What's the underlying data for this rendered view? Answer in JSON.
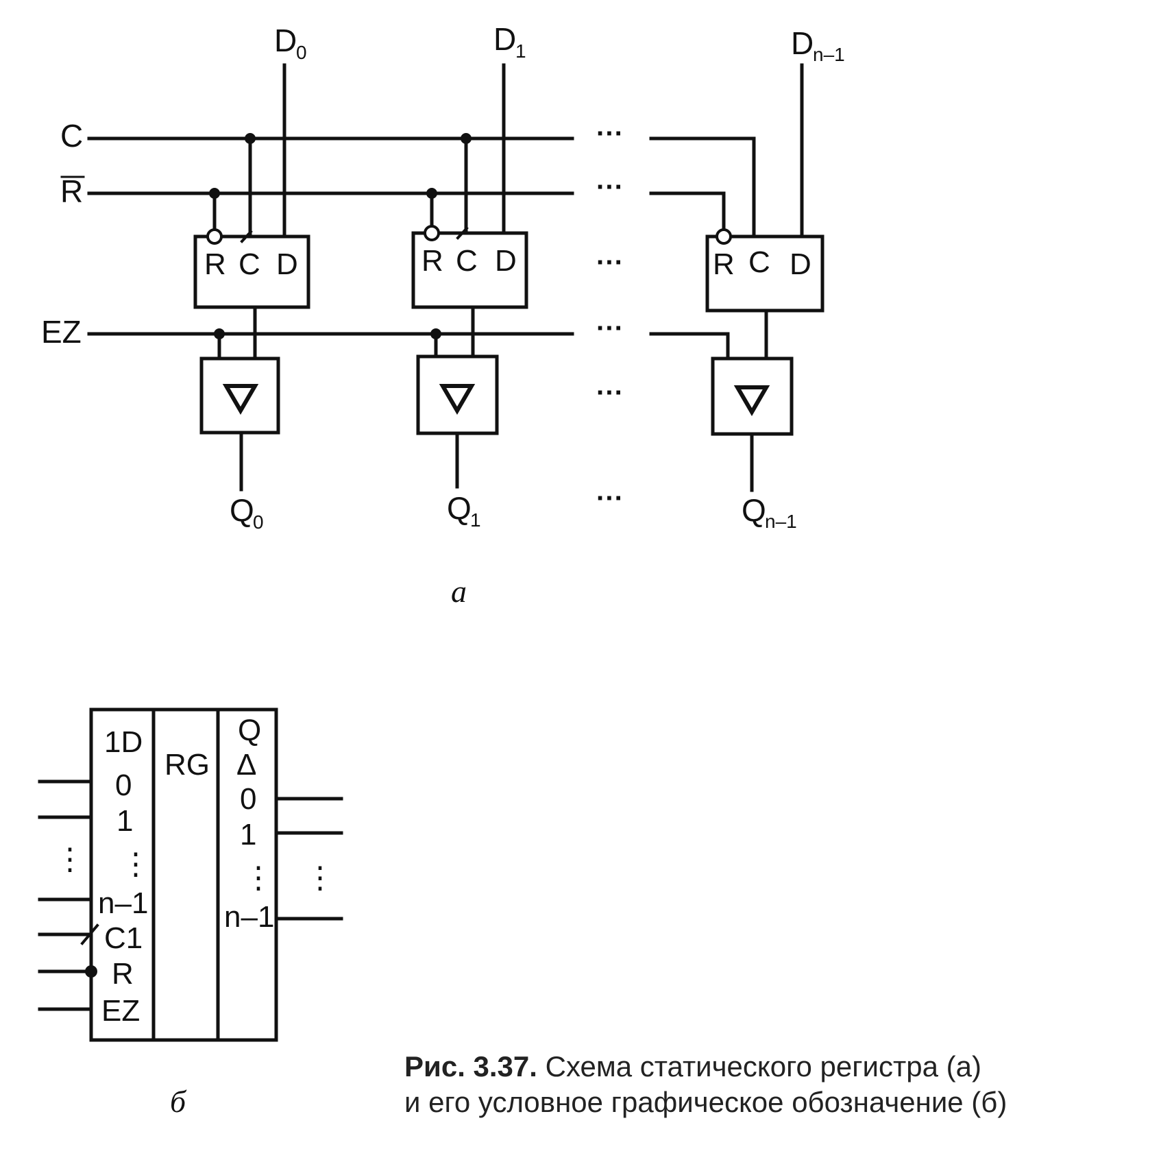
{
  "diagram_a": {
    "signals": {
      "c": "C",
      "r_bar": "R",
      "ez": "EZ"
    },
    "data_inputs": [
      {
        "base": "D",
        "sub": "0"
      },
      {
        "base": "D",
        "sub": "1"
      },
      {
        "base": "D",
        "sub": "n–1"
      }
    ],
    "outputs": [
      {
        "base": "Q",
        "sub": "0"
      },
      {
        "base": "Q",
        "sub": "1"
      },
      {
        "base": "Q",
        "sub": "n–1"
      }
    ],
    "trigger_pins": {
      "r": "R",
      "c": "C",
      "d": "D"
    },
    "buffer_symbol": "∇",
    "ellipsis": "···",
    "label": "а"
  },
  "diagram_b": {
    "left_column": [
      "1D",
      "0",
      "1",
      "⋮",
      "n–1",
      "C1",
      "R",
      "EZ"
    ],
    "middle": "RG",
    "right_column": [
      "Q",
      "Δ",
      "0",
      "1",
      "⋮",
      "n–1"
    ],
    "vdots": "⋮",
    "label": "б"
  },
  "caption": {
    "prefix": "Рис. 3.37.",
    "line1": "Схема статического регистра (а)",
    "line2": "и его условное графическое обозначение (б)"
  }
}
